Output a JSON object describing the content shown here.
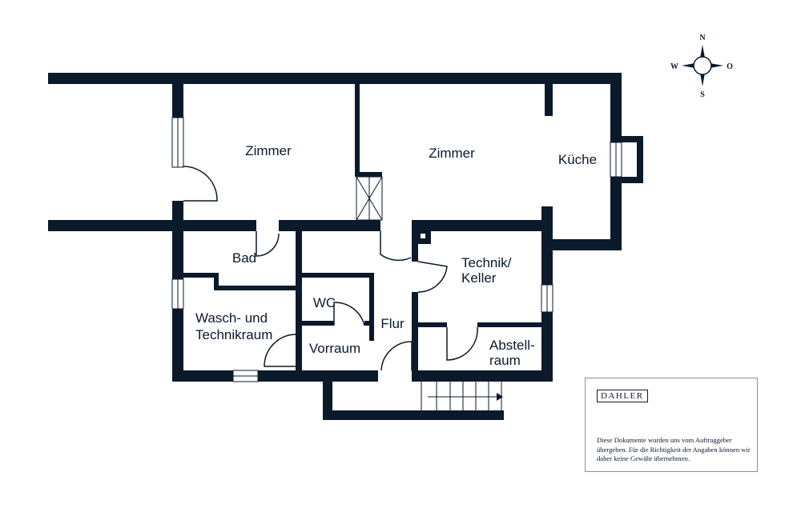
{
  "rooms": {
    "zimmer_left": "Zimmer",
    "zimmer_right": "Zimmer",
    "kueche": "Küche",
    "bad": "Bad",
    "technik_keller_line1": "Technik/",
    "technik_keller_line2": "Keller",
    "wc": "WC",
    "wasch_line1": "Wasch- und",
    "wasch_line2": "Technikraum",
    "flur": "Flur",
    "vorraum": "Vorraum",
    "abstell_line1": "Abstell-",
    "abstell_line2": "raum"
  },
  "compass": {
    "north": "N",
    "south": "S",
    "west": "W",
    "east": "O"
  },
  "info_box": {
    "logo": "DAHLER",
    "disclaimer": "Diese Dokumente wurden uns vom Auftraggeber übergeben. Für die Richtigkeit der Angaben können wir daher keine Gewähr übernehmen."
  },
  "colors": {
    "wall": "#0b1a2b",
    "background": "#ffffff"
  }
}
